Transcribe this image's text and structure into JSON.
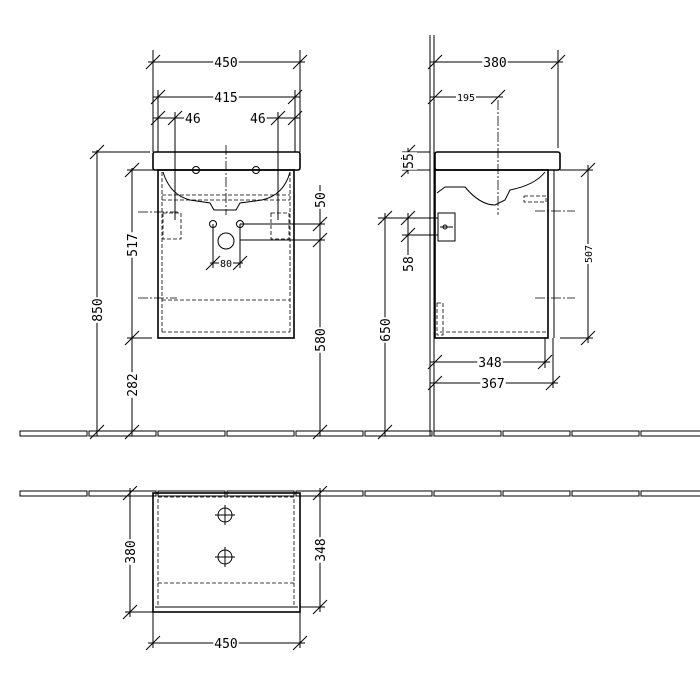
{
  "front_view": {
    "width_overall": "450",
    "width_basin": "415",
    "offset_left": "46",
    "offset_right": "46",
    "height_total": "850",
    "cabinet_height": "517",
    "floor_to_cabinet": "282",
    "height_580": "580",
    "spacing_50": "50",
    "spacing_80": "80"
  },
  "side_view": {
    "depth_overall": "380",
    "depth_center": "195",
    "basin_thickness": "55",
    "spacing_58": "58",
    "height_650": "650",
    "cabinet_height": "507",
    "cabinet_depth": "348",
    "depth_367": "367"
  },
  "plan_view": {
    "depth": "380",
    "inner_depth": "348",
    "width": "450"
  }
}
